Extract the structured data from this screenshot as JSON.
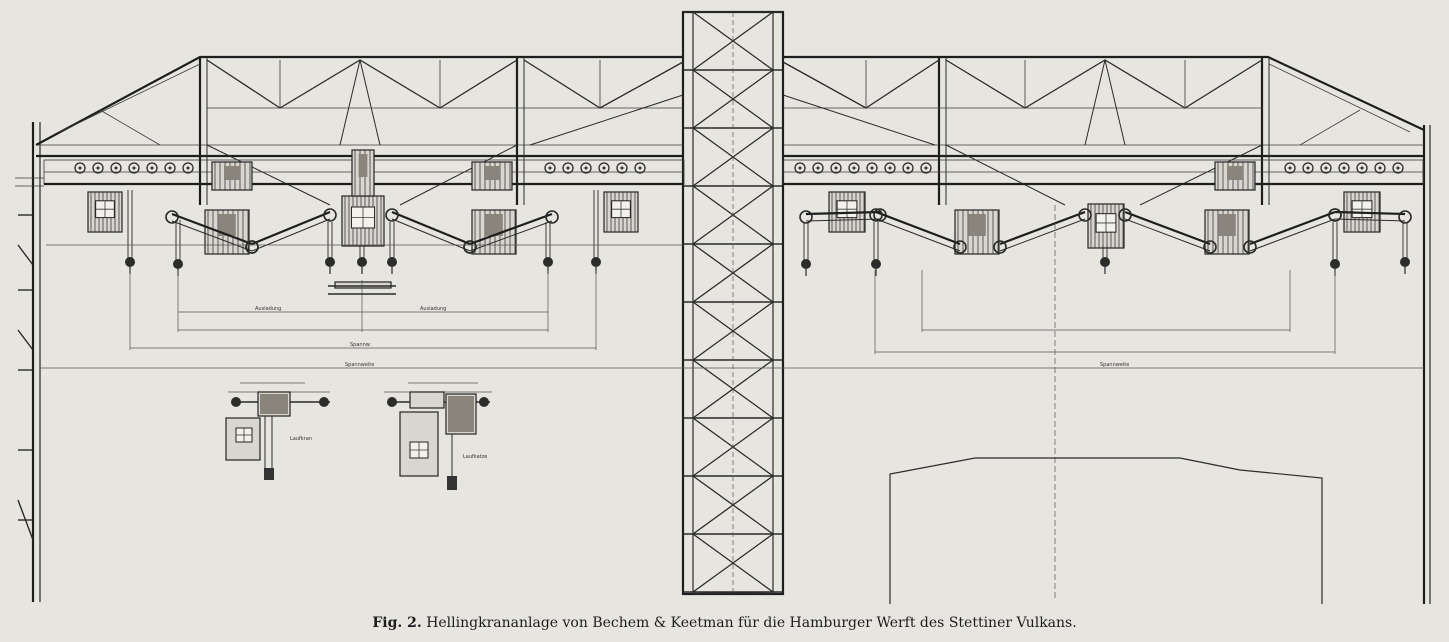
{
  "caption": {
    "fig_label": "Fig. 2.",
    "text": "Hellingkrananlage von Bechem & Keetman für die Hamburger Werft des Stettiner Vulkans."
  },
  "inset_labels": {
    "left": "Laufkran",
    "right": "Laufkatze"
  }
}
